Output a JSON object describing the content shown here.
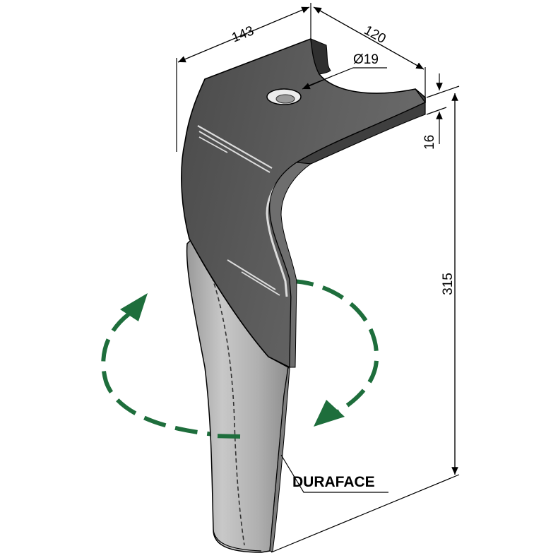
{
  "dimensions": {
    "width_top": "143",
    "width_side": "120",
    "hole": "Ø19",
    "thickness": "16",
    "height": "315"
  },
  "label": {
    "coating": "DURAFACE"
  },
  "colors": {
    "blade_dark": "#5a5a5a",
    "blade_light": "#b9b9b9",
    "edge": "#000000",
    "rotation_arrow": "#1e6e3c"
  },
  "icons": {
    "rotation": "rotation-arrow-icon"
  }
}
